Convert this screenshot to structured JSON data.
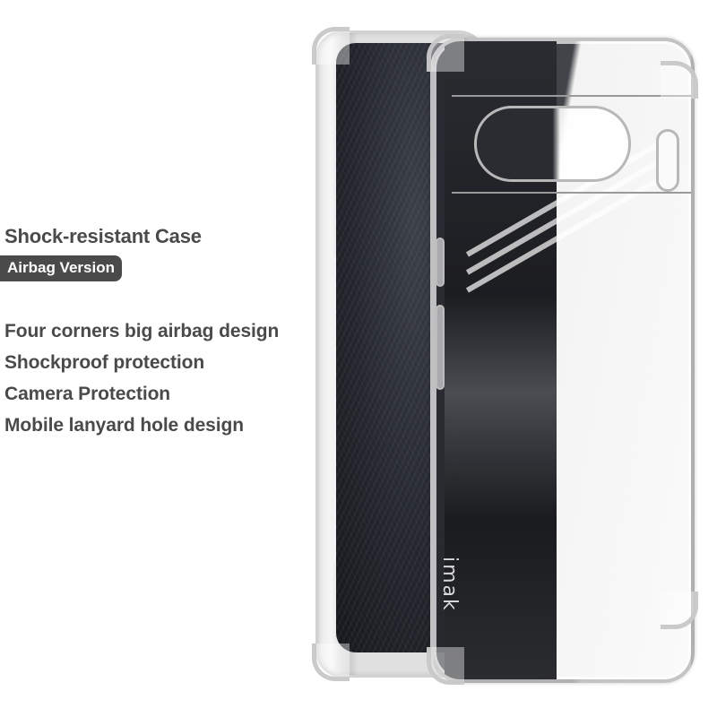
{
  "headline": {
    "title": "Shock-resistant Case",
    "badge": "Airbag Version"
  },
  "features": [
    "Four corners big airbag design",
    "Shockproof protection",
    "Camera Protection",
    "Mobile lanyard hole design"
  ],
  "product": {
    "brand_logo": "imak",
    "description_icon": "clear-phone-case-image"
  },
  "colors": {
    "text": "#4a4a4a",
    "badge_bg": "#4a4a4a",
    "badge_text": "#ffffff",
    "background": "#ffffff"
  }
}
